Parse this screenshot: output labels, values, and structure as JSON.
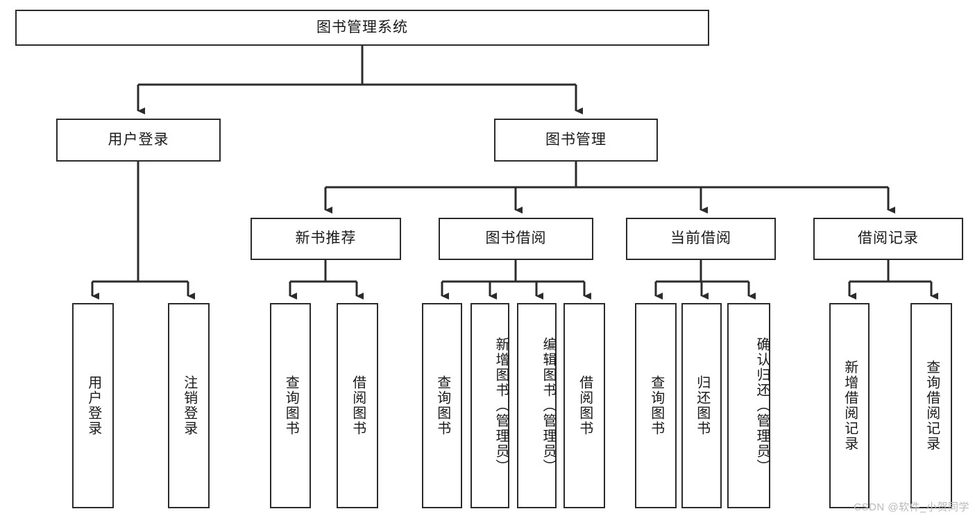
{
  "diagram": {
    "title": "图书管理系统",
    "root": {
      "label": "图书管理系统"
    },
    "level1": [
      {
        "label": "用户登录"
      },
      {
        "label": "图书管理"
      }
    ],
    "level2": [
      {
        "label": "新书推荐"
      },
      {
        "label": "图书借阅"
      },
      {
        "label": "当前借阅"
      },
      {
        "label": "借阅记录"
      }
    ],
    "leaves": {
      "user_login": [
        {
          "label": "用户登录"
        },
        {
          "label": "注销登录"
        }
      ],
      "new_book_recommend": [
        {
          "label": "查询图书"
        },
        {
          "label": "借阅图书"
        }
      ],
      "book_borrow": [
        {
          "label": "查询图书"
        },
        {
          "label": "新增图书（管理员）"
        },
        {
          "label": "编辑图书（管理员）"
        },
        {
          "label": "借阅图书"
        }
      ],
      "current_borrow": [
        {
          "label": "查询图书"
        },
        {
          "label": "归还图书"
        },
        {
          "label": "确认归还（管理员）"
        }
      ],
      "borrow_records": [
        {
          "label": "新增借阅记录"
        },
        {
          "label": "查询借阅记录"
        }
      ]
    }
  },
  "watermark": {
    "text": "CSDN @软件_小贺同学"
  },
  "colors": {
    "stroke": "#2b2b2b",
    "box_fill": "#ffffff",
    "text": "#1a1a1a",
    "watermark": "#b9b9b9",
    "background": "#ffffff"
  }
}
